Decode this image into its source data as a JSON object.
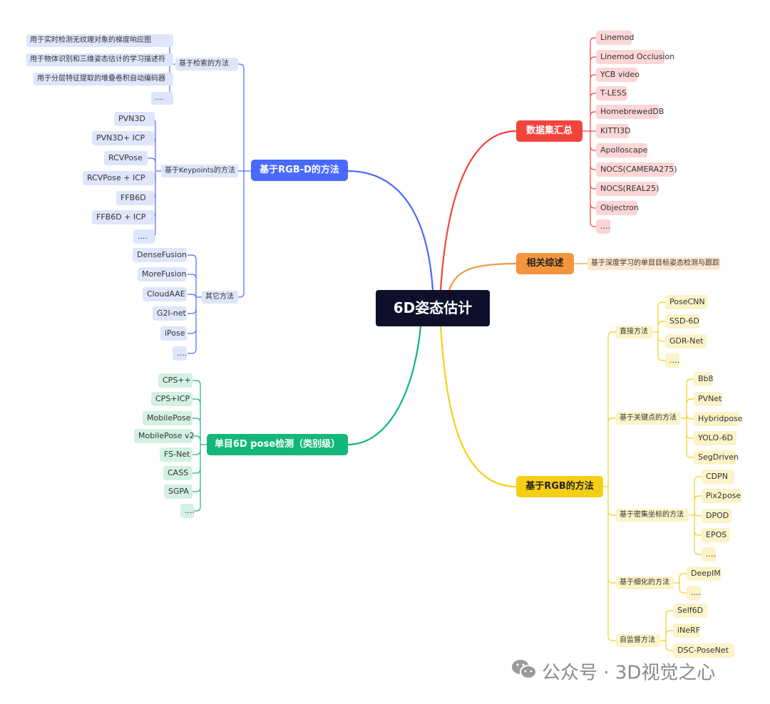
{
  "root": {
    "label": "6D姿态估计"
  },
  "colors": {
    "rgbd": "#4a69ff",
    "datasets": "#f2433c",
    "review": "#f5963f",
    "rgb": "#f5cf16",
    "mono": "#13b77a",
    "rgbd_leaf": "#dfe6fb",
    "datasets_leaf": "#fcd6d6",
    "review_leaf": "#fde8cf",
    "rgb_leaf": "#fcf3c8",
    "mono_leaf": "#d3f1e3"
  },
  "rgbd": {
    "label": "基于RGB-D的方法",
    "retrieval": {
      "label": "基于检索的方法",
      "items": [
        "用于实时检测无纹理对象的梯度响应图",
        "用于物体识别和三维姿态估计的学习描述符",
        "用于分层特征提取的堆叠卷积自动编码器",
        "...."
      ]
    },
    "keypoints": {
      "label": "基于Keypoints的方法",
      "items": [
        "PVN3D",
        "PVN3D+ ICP",
        "RCVPose",
        "RCVPose + ICP",
        "FFB6D",
        "FFB6D + ICP",
        "...."
      ]
    },
    "other": {
      "label": "其它方法",
      "items": [
        "DenseFusion",
        "MoreFusion",
        "CloudAAE",
        "G2I-net",
        "iPose",
        "...."
      ]
    }
  },
  "mono": {
    "label": "单目6D pose检测（类别级）",
    "items": [
      "CPS++",
      "CPS+ICP",
      "MobilePose",
      "MobilePose v2",
      "FS-Net",
      "CASS",
      "SGPA",
      "...."
    ]
  },
  "datasets": {
    "label": "数据集汇总",
    "items": [
      "Linemod",
      "Linemod Occlusion",
      "YCB video",
      "T-LESS",
      "HomebrewedDB",
      "KITTI3D",
      "Apolloscape",
      "NOCS(CAMERA275)",
      "NOCS(REAL25)",
      "Objectron",
      "...."
    ]
  },
  "review": {
    "label": "相关综述",
    "items": [
      "基于深度学习的单目目标姿态检测与跟踪"
    ]
  },
  "rgb": {
    "label": "基于RGB的方法",
    "direct": {
      "label": "直接方法",
      "items": [
        "PoseCNN",
        "SSD-6D",
        "GDR-Net",
        "...."
      ]
    },
    "keypoint": {
      "label": "基于关键点的方法",
      "items": [
        "Bb8",
        "PVNet",
        "Hybridpose",
        "YOLO-6D",
        "SegDriven"
      ]
    },
    "dense": {
      "label": "基于密集坐标的方法",
      "items": [
        "CDPN",
        "Pix2pose",
        "DPOD",
        "EPOS",
        "...."
      ]
    },
    "refine": {
      "label": "基于细化的方法",
      "items": [
        "DeepIM",
        "...."
      ]
    },
    "selfsup": {
      "label": "自监督方法",
      "items": [
        "Self6D",
        "iNeRF",
        "DSC-PoseNet"
      ]
    }
  },
  "watermark": {
    "text": "公众号 · 3D视觉之心",
    "icon": "wechat-icon"
  }
}
